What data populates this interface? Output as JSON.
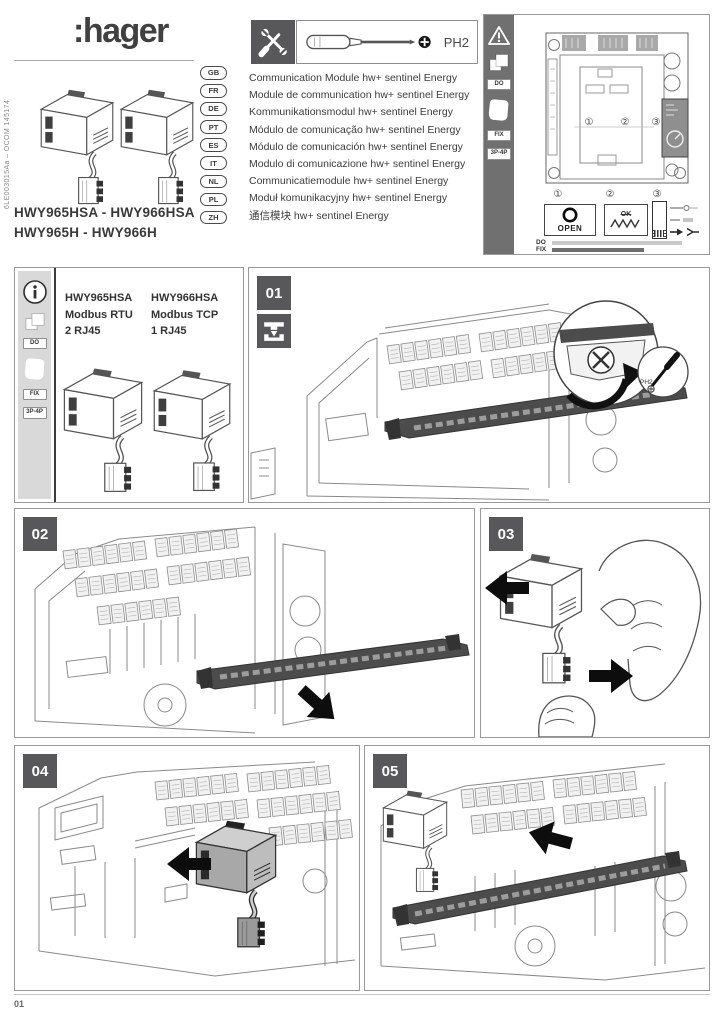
{
  "brand": {
    "logo": ":hager"
  },
  "header": {
    "doc_ref": "6LE003015Aa – OCOM 145174",
    "product_line1": "HWY965HSA - HWY966HSA",
    "product_line2": "HWY965H - HWY966H"
  },
  "tool": {
    "bit": "PH2"
  },
  "languages": [
    {
      "code": "GB",
      "title": "Communication Module hw+ sentinel Energy"
    },
    {
      "code": "FR",
      "title": "Module de communication hw+ sentinel Energy"
    },
    {
      "code": "DE",
      "title": "Kommunikationsmodul hw+ sentinel Energy"
    },
    {
      "code": "PT",
      "title": "Módulo de comunicação hw+ sentinel Energy"
    },
    {
      "code": "ES",
      "title": "Módulo de comunicación hw+ sentinel Energy"
    },
    {
      "code": "IT",
      "title": "Modulo di comunicazione hw+ sentinel Energy"
    },
    {
      "code": "NL",
      "title": "Communicatiemodule hw+ sentinel Energy"
    },
    {
      "code": "PL",
      "title": "Moduł komunikacyjny hw+ sentinel Energy"
    },
    {
      "code": "ZH",
      "title": "通信模块 hw+ sentinel Energy"
    }
  ],
  "overview": {
    "do_label": "DO",
    "fix_label": "FIX",
    "poles_label": "3P-4P",
    "callout1": "①",
    "callout2": "②",
    "callout3": "③",
    "open_label": "OPEN",
    "ok_label": "OK",
    "legend_do": "DO",
    "legend_fix": "FIX"
  },
  "info": {
    "do_label": "DO",
    "fix_label": "FIX",
    "poles_label": "3P-4P",
    "products": [
      {
        "code": "HWY965HSA",
        "protocol": "Modbus RTU",
        "ports": "2 RJ45"
      },
      {
        "code": "HWY966HSA",
        "protocol": "Modbus TCP",
        "ports": "1 RJ45"
      }
    ]
  },
  "steps": {
    "s1": "01",
    "s2": "02",
    "s3": "03",
    "s4": "04",
    "s5": "05"
  },
  "footer": {
    "page": "01"
  }
}
